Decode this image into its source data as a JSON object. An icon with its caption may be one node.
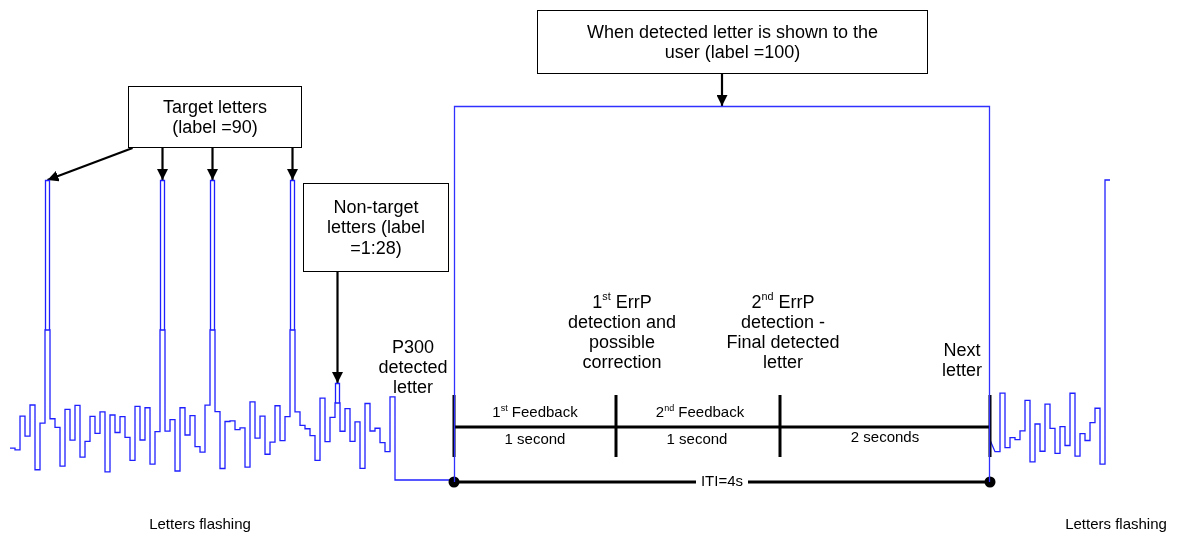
{
  "diagram": {
    "nodes": [
      {
        "text": [
          "Target letters (label =90)"
        ]
      },
      {
        "text": [],
        "shape": "bar"
      },
      {
        "text": [],
        "shape": "bar"
      },
      {
        "text": [],
        "shape": "bar"
      },
      {
        "text": [],
        "shape": "bar"
      },
      {
        "text": [
          "Non-target letters (label =1:28)"
        ]
      },
      {
        "text": [],
        "shape": "bar"
      },
      {
        "text": [
          "When detected letter is shown to the user (label =100)"
        ]
      },
      {
        "text": [],
        "shape": "box"
      }
    ],
    "edges": [
      {
        "from": 0,
        "to": 1,
        "arrow": "to"
      },
      {
        "from": 0,
        "to": 2,
        "arrow": "to"
      },
      {
        "from": 0,
        "to": 3,
        "arrow": "to"
      },
      {
        "from": 0,
        "to": 4,
        "arrow": "to"
      },
      {
        "from": 5,
        "to": 6,
        "arrow": "to"
      },
      {
        "from": 7,
        "to": 8,
        "arrow": "to"
      }
    ],
    "labels": [
      "1$^{st}$ ErrP detection and possible correction",
      "2$^{nd}$ ErrP detection - Final detected letter",
      "P300 detected letter",
      "Next letter",
      "1$^{st}$ Feedback",
      "2$^{nd}$ Feedback",
      "1 second",
      "1 second",
      "2 seconds",
      "ITI=4s",
      "Letters flashing",
      "Letters flashing"
    ]
  }
}
